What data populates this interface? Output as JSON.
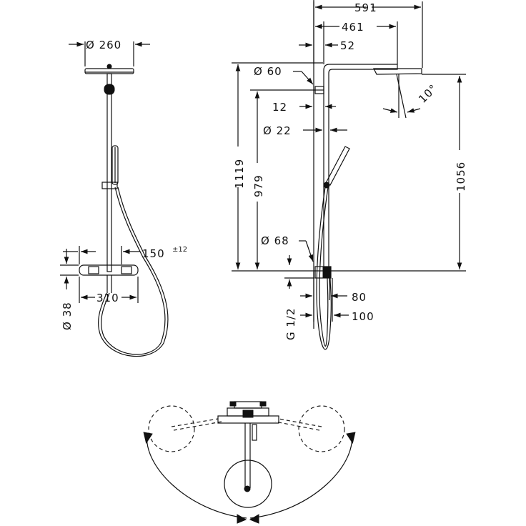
{
  "front_view": {
    "head_diameter": "Ø 260",
    "spacing_min": "150",
    "spacing_tolerance": "±12",
    "mixer_width": "310",
    "pipe_diameter": "Ø 38"
  },
  "side_view": {
    "overall_reach": "591",
    "head_center_reach": "461",
    "wall_offset": "52",
    "arm_diameter": "Ø 60",
    "tilt_angle": "10°",
    "bracket_gap": "12",
    "rail_diameter": "Ø 22",
    "total_height": "1119",
    "rail_height": "979",
    "head_height": "1056",
    "escutcheon_diameter": "Ø 68",
    "connection_thread": "G 1/2",
    "depth_min": "80",
    "depth_max": "100"
  }
}
